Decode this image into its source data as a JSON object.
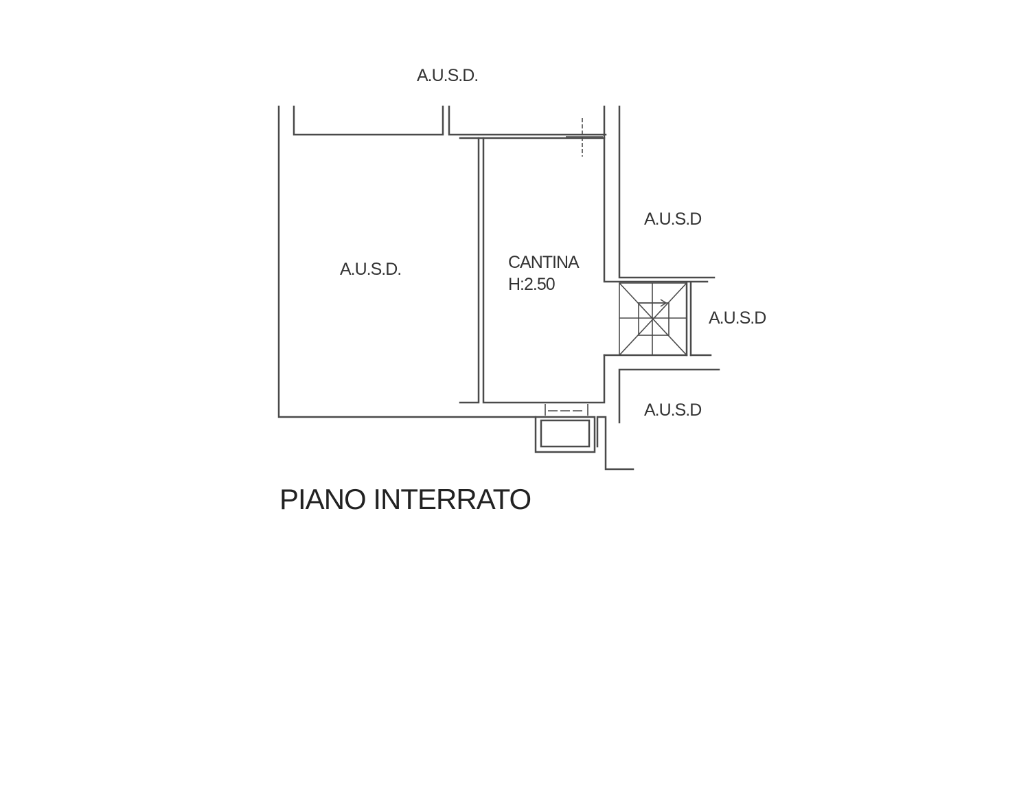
{
  "plan": {
    "title": "PIANO INTERRATO",
    "labels": {
      "top": "A.U.S.D.",
      "left_room": "A.U.S.D.",
      "right_upper": "A.U.S.D",
      "right_stair": "A.U.S.D",
      "right_lower": "A.U.S.D"
    },
    "cantina": {
      "name": "CANTINA",
      "height": "H:2.50"
    }
  }
}
